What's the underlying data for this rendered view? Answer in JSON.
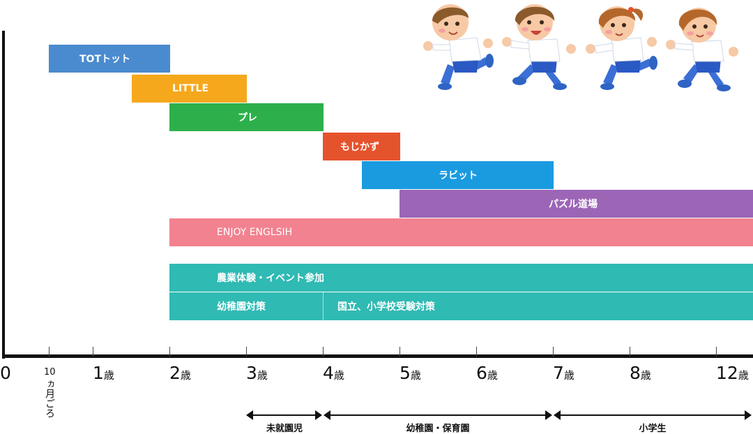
{
  "courses": [
    {
      "label": "TOTトット",
      "color": "#4a8bcf"
    },
    {
      "label": "LITTLE",
      "color": "#f5a81c"
    },
    {
      "label": "プレ",
      "color": "#2db04b"
    },
    {
      "label": "もじかず",
      "color": "#e5532d"
    },
    {
      "label": "ラビット",
      "color": "#1a9be0"
    },
    {
      "label": "パズル道場",
      "color": "#9c65b6"
    },
    {
      "label": "ENJOY ENGLSIH",
      "color": "#f28290"
    },
    {
      "label": "農業体験・イベント参加",
      "color": "#2fbab3"
    },
    {
      "label": "幼稚園対策",
      "color": "#2fbab3"
    },
    {
      "label": "国立、小学校受験対策",
      "color": "#2fbab3"
    }
  ],
  "axis": {
    "ticks": [
      {
        "num": "0",
        "unit": ""
      },
      {
        "num": "10",
        "unit": "ヵ月ごろ"
      },
      {
        "num": "1",
        "unit": "歳"
      },
      {
        "num": "2",
        "unit": "歳"
      },
      {
        "num": "3",
        "unit": "歳"
      },
      {
        "num": "4",
        "unit": "歳"
      },
      {
        "num": "5",
        "unit": "歳"
      },
      {
        "num": "6",
        "unit": "歳"
      },
      {
        "num": "7",
        "unit": "歳"
      },
      {
        "num": "8",
        "unit": "歳"
      },
      {
        "num": "12",
        "unit": "歳"
      }
    ]
  },
  "stages": [
    {
      "label": "未就園児"
    },
    {
      "label": "幼稚園・保育園"
    },
    {
      "label": "小学生"
    }
  ],
  "illustration": {
    "icon": "running-kids-illustration"
  }
}
